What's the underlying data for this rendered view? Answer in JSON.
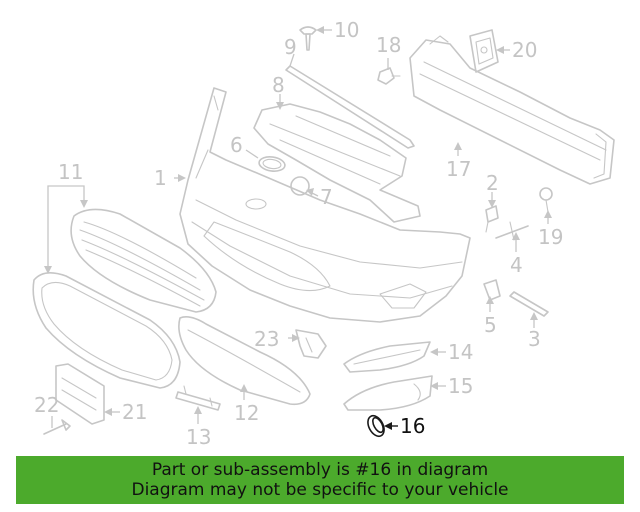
{
  "diagram": {
    "highlight_color": "#111111",
    "part_color": "#c6c6c6",
    "callouts": [
      "1",
      "2",
      "3",
      "4",
      "5",
      "6",
      "7",
      "8",
      "9",
      "10",
      "11",
      "12",
      "13",
      "14",
      "15",
      "16",
      "17",
      "18",
      "19",
      "20",
      "21",
      "22",
      "23"
    ],
    "highlighted_callout": "16"
  },
  "banner": {
    "line1": "Part or sub-assembly is #16 in diagram",
    "line2": "Diagram may not be specific to your vehicle",
    "background": "#4caa2c"
  }
}
